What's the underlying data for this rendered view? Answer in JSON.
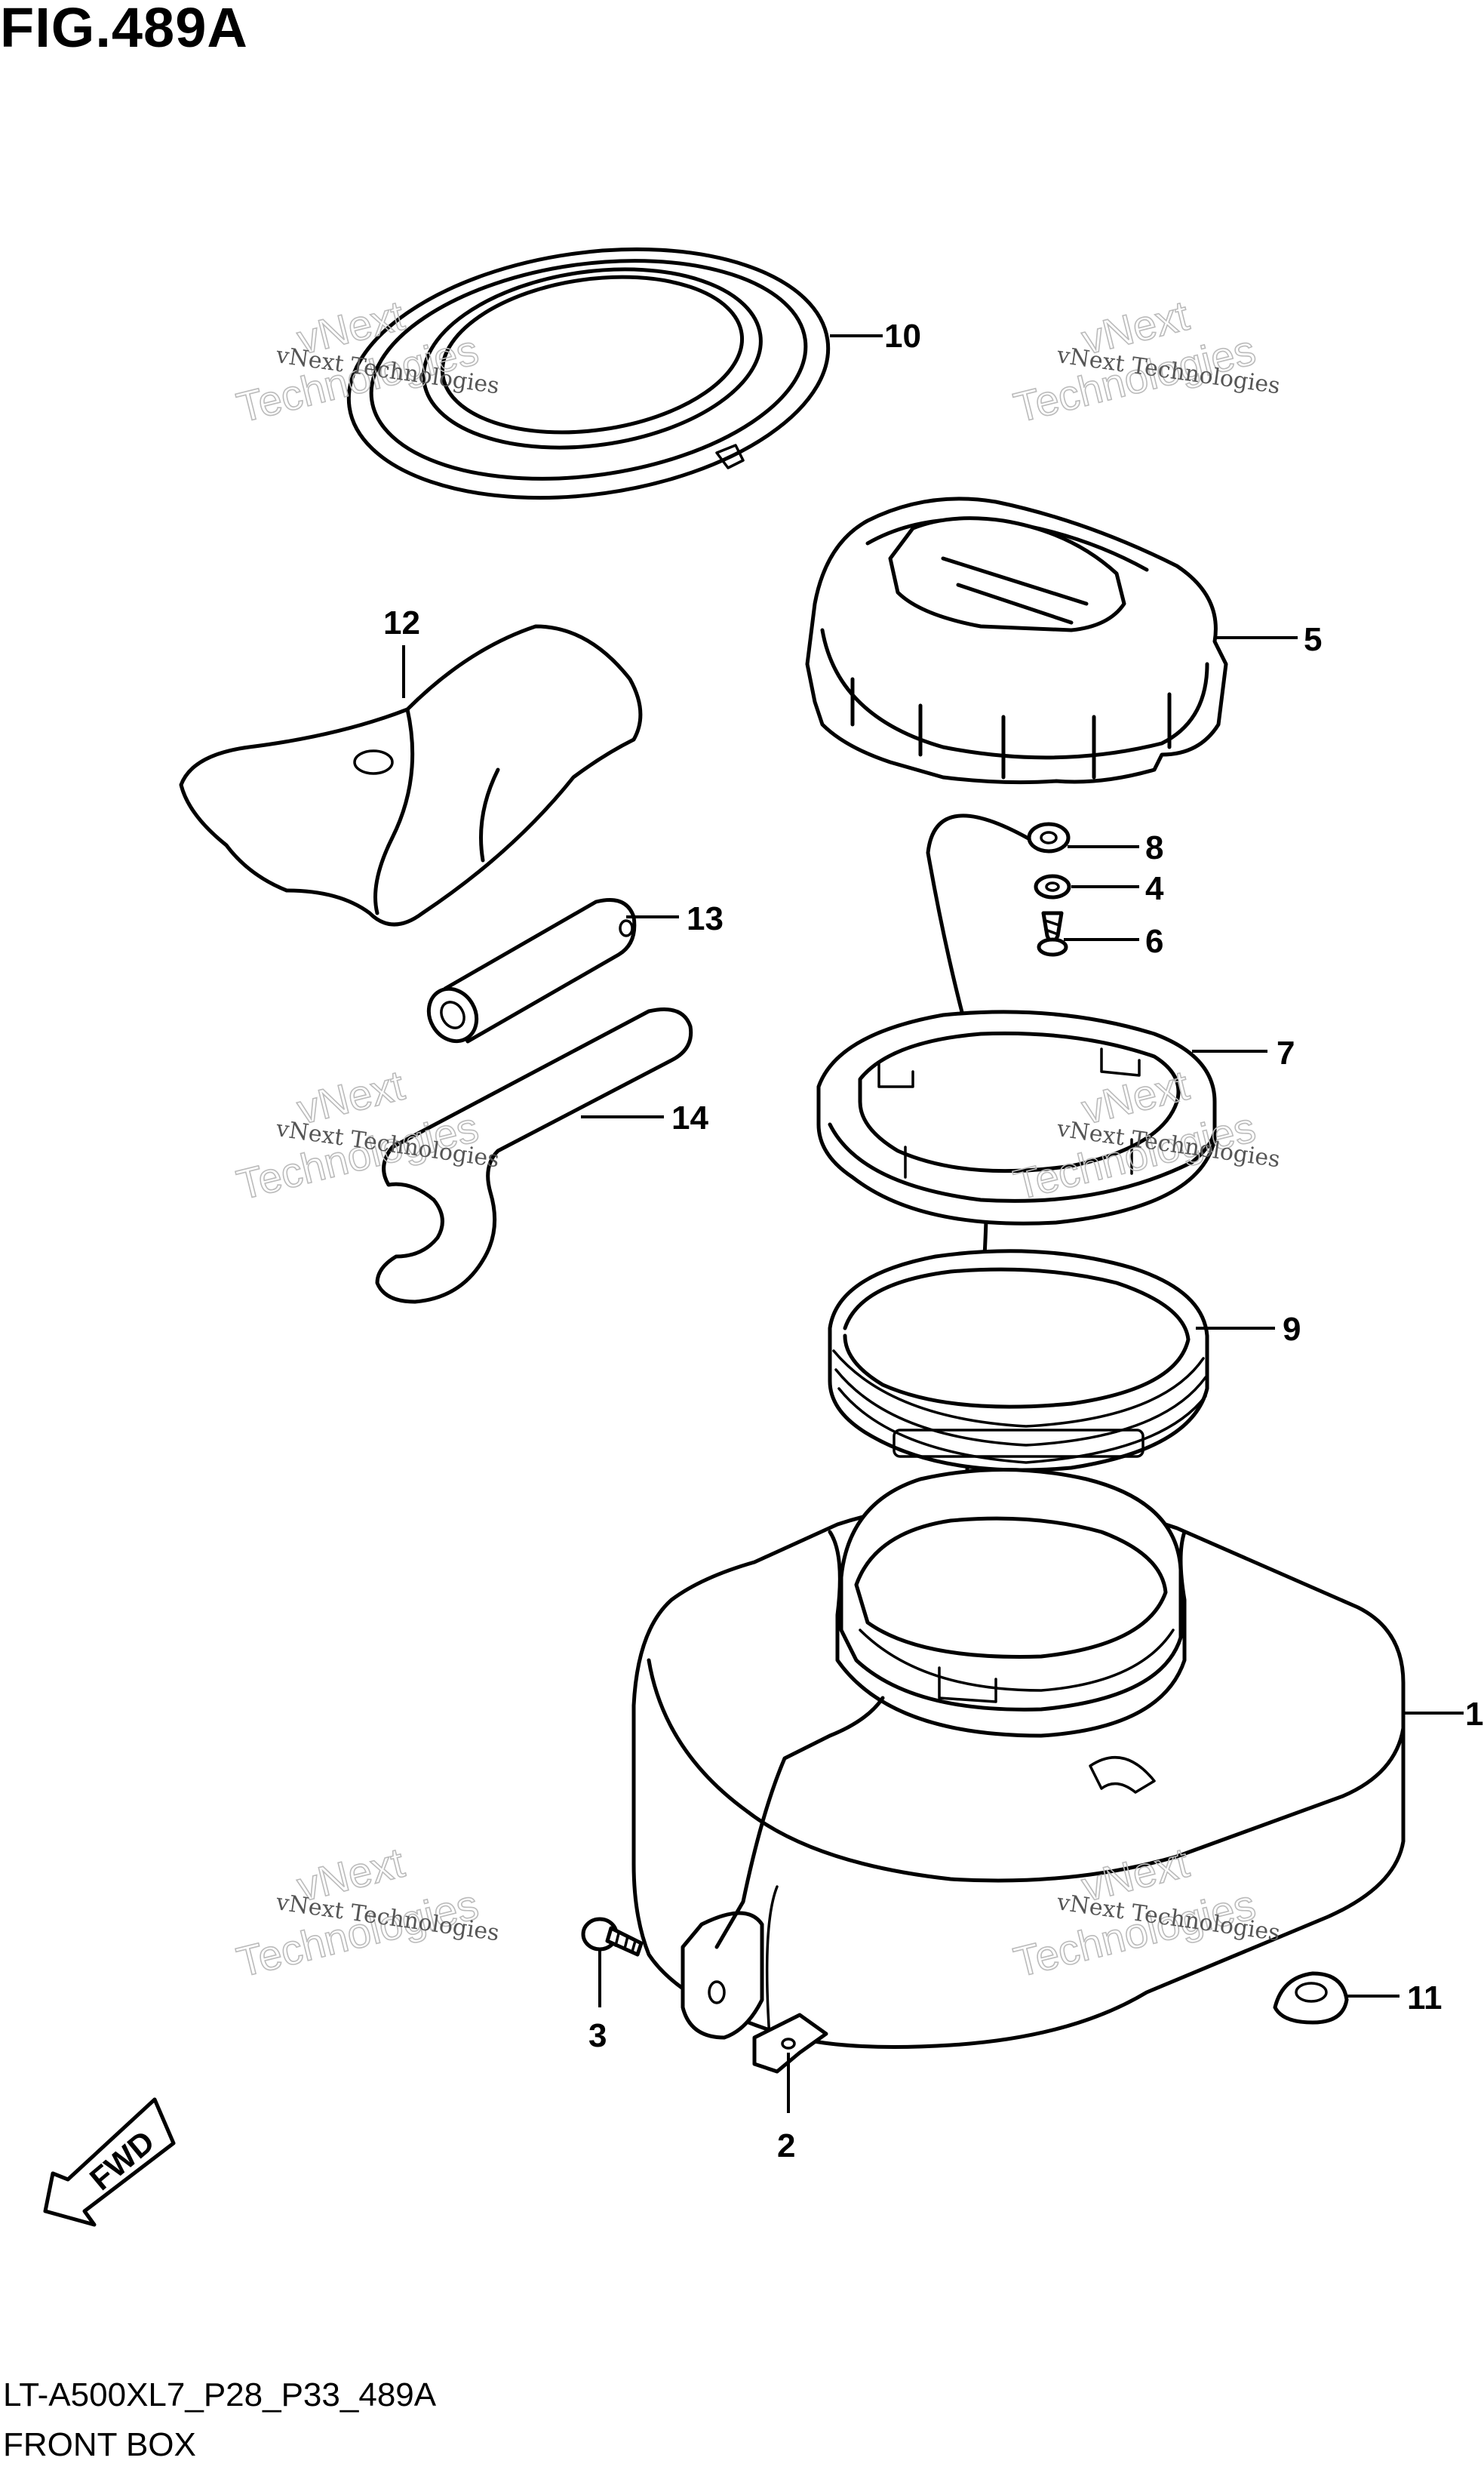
{
  "figure": {
    "title": "FIG.489A",
    "code": "LT-A500XL7_P28_P33_489A",
    "name": "FRONT BOX"
  },
  "callouts": {
    "c1": "1",
    "c2": "2",
    "c3": "3",
    "c4": "4",
    "c5": "5",
    "c6": "6",
    "c7": "7",
    "c8": "8",
    "c9": "9",
    "c10": "10",
    "c11": "11",
    "c12": "12",
    "c13": "13",
    "c14": "14"
  },
  "fwd_label": "FWD",
  "watermark": {
    "line1": "vNext Technologies",
    "line2": "vNext",
    "line3": "Technologies"
  }
}
